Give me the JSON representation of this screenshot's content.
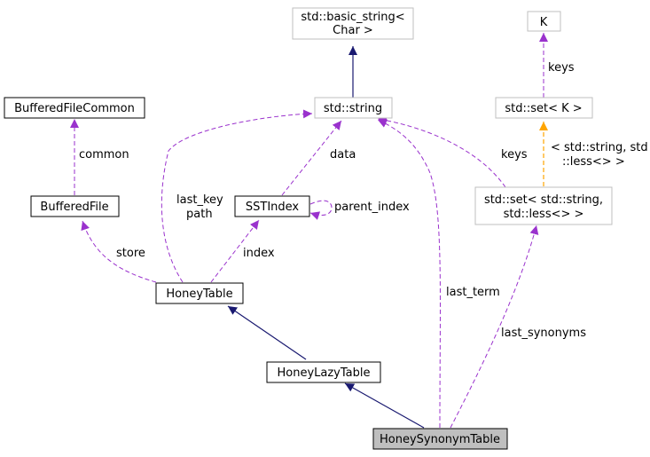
{
  "colors": {
    "background": "#ffffff",
    "node_border_defined": "#000000",
    "node_border_external": "#bfbfbf",
    "node_fill_focus": "#bfbfbf",
    "inheritance_edge": "#191970",
    "usage_edge": "#9a32cd",
    "template_edge": "#ffa500"
  },
  "nodes": {
    "basic_string": {
      "lines": [
        "std::basic_string<",
        "Char >"
      ]
    },
    "k": {
      "lines": [
        "K"
      ]
    },
    "std_string": {
      "lines": [
        "std::string"
      ]
    },
    "set_k": {
      "lines": [
        "std::set< K >"
      ]
    },
    "buffered_file_common": {
      "lines": [
        "BufferedFileCommon"
      ]
    },
    "buffered_file": {
      "lines": [
        "BufferedFile"
      ]
    },
    "sst_index": {
      "lines": [
        "SSTIndex"
      ]
    },
    "set_string": {
      "lines": [
        "std::set< std::string,",
        "std::less<> >"
      ]
    },
    "honey_table": {
      "lines": [
        "HoneyTable"
      ]
    },
    "honey_lazy_table": {
      "lines": [
        "HoneyLazyTable"
      ]
    },
    "honey_synonym_table": {
      "lines": [
        "HoneySynonymTable"
      ]
    }
  },
  "edge_labels": {
    "keys_k": "keys",
    "common": "common",
    "data": "data",
    "keys_string": "keys",
    "template_args": [
      "< std::string, std",
      "::less<> >"
    ],
    "last_key_path": [
      "last_key",
      "path"
    ],
    "parent_index": "parent_index",
    "store": "store",
    "index": "index",
    "last_term": "last_term",
    "last_synonyms": "last_synonyms"
  }
}
